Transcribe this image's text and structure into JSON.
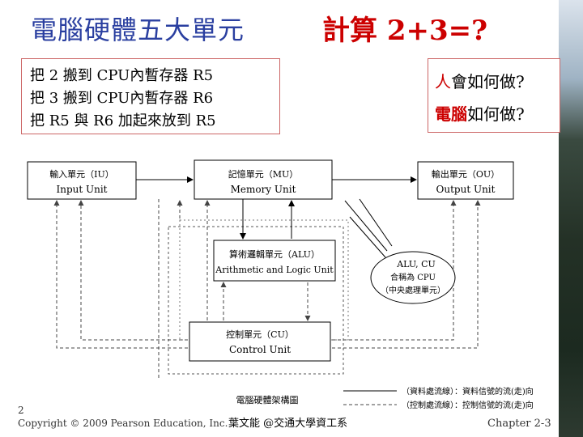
{
  "title": "電腦硬體五大單元",
  "title_calc": "計算 2+3=?",
  "steps": [
    "把 2 搬到 CPU內暫存器 R5",
    "把 3 搬到 CPU內暫存器 R6",
    "把 R5 與 R6 加起來放到 R5"
  ],
  "questions": {
    "q1_highlight": "人",
    "q1_rest": "會如何做?",
    "q2_highlight": "電腦",
    "q2_rest": "如何做?"
  },
  "diagram": {
    "input_unit_zh": "輸入單元（IU）",
    "input_unit_en": "Input Unit",
    "memory_unit_zh": "記憶單元（MU）",
    "memory_unit_en": "Memory Unit",
    "output_unit_zh": "輸出單元（OU）",
    "output_unit_en": "Output Unit",
    "alu_zh": "算術邏輯單元（ALU）",
    "alu_en": "Arithmetic and Logic Unit",
    "control_zh": "控制單元（CU）",
    "control_en": "Control Unit",
    "cpu_note_1": "ALU, CU",
    "cpu_note_2": "合稱為 CPU",
    "cpu_note_3": "（中央處理單元）",
    "caption": "電腦硬體架構圖",
    "legend_data": "（資料處流線）：資料信號的流(走)向",
    "legend_control": "（控制處流線）：控制信號的流(走)向"
  },
  "footer": {
    "page_number": "2",
    "copyright": "Copyright © 2009 Pearson Education, Inc.",
    "author": "葉文能 @交通大學資工系",
    "chapter": "Chapter 2-3"
  }
}
